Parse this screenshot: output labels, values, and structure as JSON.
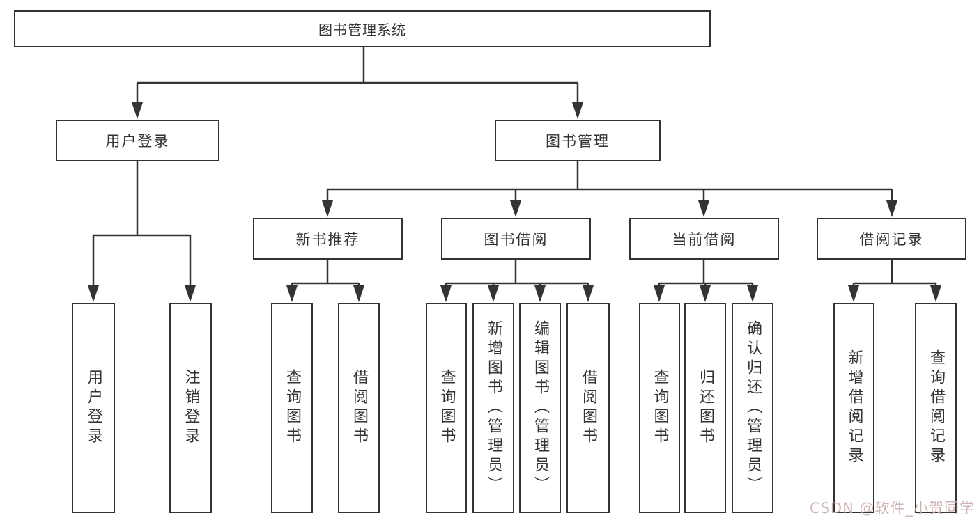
{
  "page": {
    "background": "#ffffff",
    "line_color": "#333333",
    "box_border_color": "#333333",
    "text_color": "#333333"
  },
  "tree": {
    "root": {
      "label": "图书管理系统"
    },
    "level2": [
      {
        "label": "用户登录"
      },
      {
        "label": "图书管理"
      }
    ],
    "level3": [
      {
        "label": "新书推荐"
      },
      {
        "label": "图书借阅"
      },
      {
        "label": "当前借阅"
      },
      {
        "label": "借阅记录"
      }
    ],
    "leaves": {
      "user_login": [
        {
          "label": "用户登录"
        },
        {
          "label": "注销登录"
        }
      ],
      "new_book_recommend": [
        {
          "label": "查询图书"
        },
        {
          "label": "借阅图书"
        }
      ],
      "book_borrow": [
        {
          "label": "查询图书"
        },
        {
          "label": "新增图书（管理员）"
        },
        {
          "label": "编辑图书（管理员）"
        },
        {
          "label": "借阅图书"
        }
      ],
      "current_borrow": [
        {
          "label": "查询图书"
        },
        {
          "label": "归还图书"
        },
        {
          "label": "确认归还（管理员）"
        }
      ],
      "borrow_record": [
        {
          "label": "新增借阅记录"
        },
        {
          "label": "查询借阅记录"
        }
      ]
    }
  },
  "watermark": {
    "text": "CSDN @软件_小贺同学",
    "color": "#ccacac"
  }
}
